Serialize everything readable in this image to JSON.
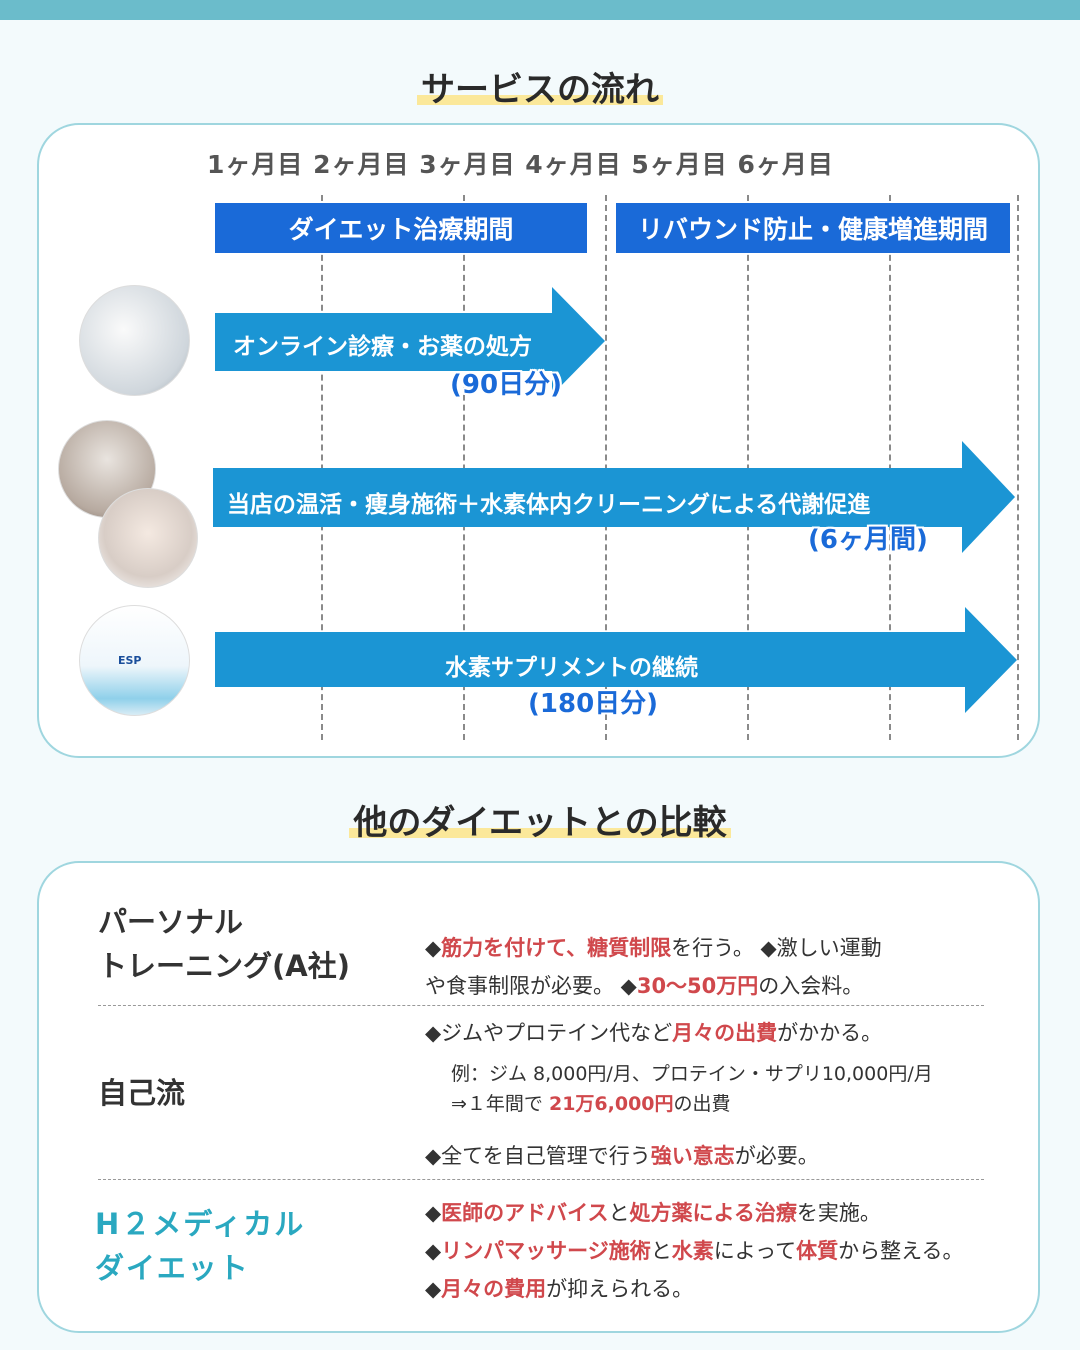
{
  "flow": {
    "title": "サービスの流れ",
    "months": "1ヶ月目 2ヶ月目 3ヶ月目 4ヶ月目 5ヶ月目 6ヶ月目",
    "phases": [
      "ダイエット治療期間",
      "リバウンド防止・健康増進期間"
    ],
    "steps": [
      {
        "label": "オンライン診療・お薬の処方",
        "sub": "(90日分)",
        "image": "doctor-photo"
      },
      {
        "label": "当店の温活・痩身施術＋水素体内クリーニングによる代謝促進",
        "sub": "(6ヶ月間)",
        "image": "treatment-photo"
      },
      {
        "label": "水素サプリメントの継続",
        "sub": "(180日分)",
        "image": "supplement-photo",
        "product_text": "ESP"
      }
    ],
    "colors": {
      "phase": "#1a6ad8",
      "arrow": "#1b95d4",
      "accent": "#6bbccb"
    }
  },
  "compare": {
    "title": "他のダイエットとの比較",
    "rows": [
      {
        "title": [
          "パーソナル",
          "トレーニング(A社)"
        ],
        "lines": [
          [
            [
              "◆",
              0
            ],
            [
              "筋力を付けて、糖質制限",
              1
            ],
            [
              "を行う。 ◆激しい運動",
              0
            ]
          ],
          [
            [
              "や食事制限が必要。 ◆",
              0
            ],
            [
              "30〜50万円",
              1
            ],
            [
              "の入会料。",
              0
            ]
          ]
        ]
      },
      {
        "title": [
          "自己流"
        ],
        "lines": [
          [
            [
              "◆ジムやプロテイン代など",
              0
            ],
            [
              "月々の出費",
              1
            ],
            [
              "がかかる。",
              0
            ]
          ],
          [
            [
              "例：ジム 8,000円/月、プロテイン・サプリ10,000円/月",
              0
            ]
          ],
          [
            [
              "⇒１年間で ",
              0
            ],
            [
              "21万6,000円",
              1
            ],
            [
              "の出費",
              0
            ]
          ],
          [
            [
              "◆全てを自己管理で行う",
              0
            ],
            [
              "強い意志",
              1
            ],
            [
              "が必要。",
              0
            ]
          ]
        ]
      },
      {
        "title": [
          "H２メディカル",
          "ダイエット"
        ],
        "lines": [
          [
            [
              "◆",
              0
            ],
            [
              "医師のアドバイス",
              1
            ],
            [
              "と",
              0
            ],
            [
              "処方薬による治療",
              1
            ],
            [
              "を実施。",
              0
            ]
          ],
          [
            [
              "◆",
              0
            ],
            [
              "リンパマッサージ施術",
              1
            ],
            [
              "と",
              0
            ],
            [
              "水素",
              1
            ],
            [
              "によって",
              0
            ],
            [
              "体質",
              1
            ],
            [
              "から整える。",
              0
            ]
          ],
          [
            [
              "◆",
              0
            ],
            [
              "月々の費用",
              1
            ],
            [
              "が抑えられる。",
              0
            ]
          ]
        ]
      }
    ]
  }
}
